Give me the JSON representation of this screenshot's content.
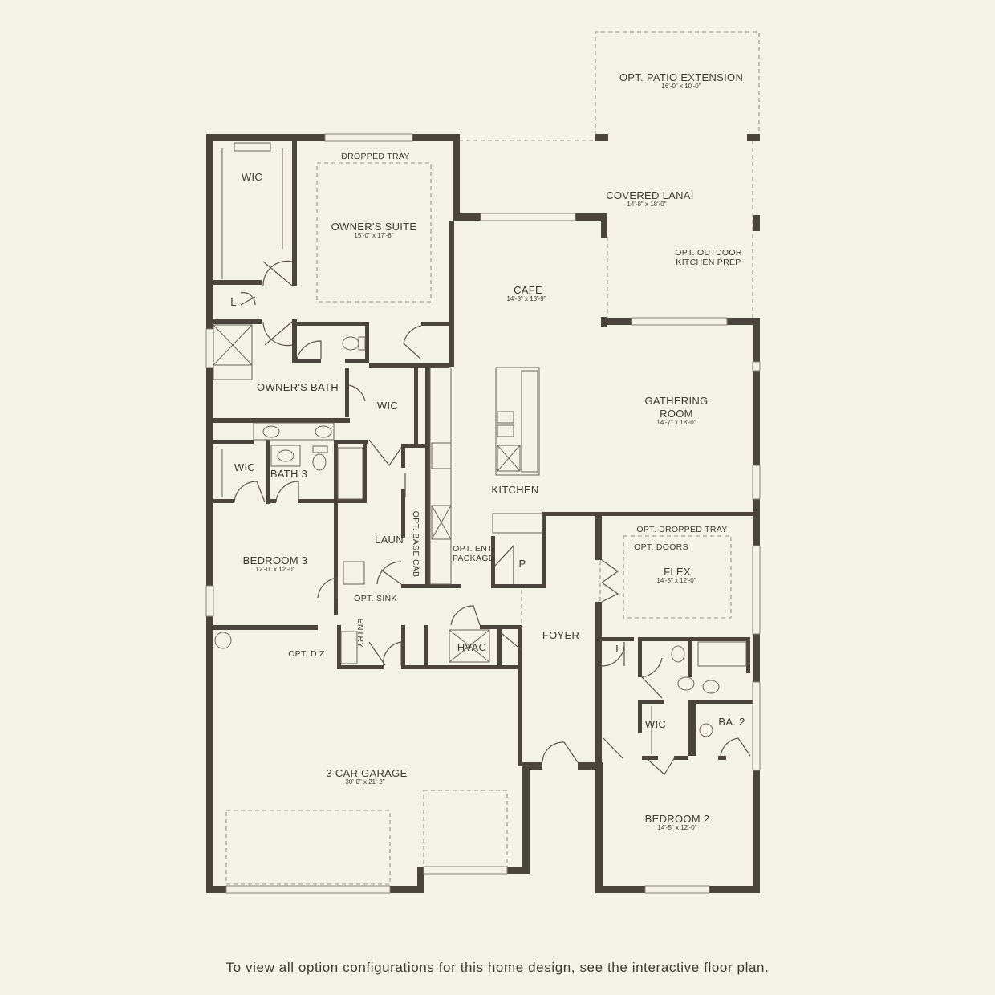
{
  "rooms": {
    "patio": {
      "name": "OPT. PATIO EXTENSION",
      "dim": "16'-0\" x 10'-0\""
    },
    "lanai": {
      "name": "COVERED LANAI",
      "dim": "14'-8\" x 18'-0\""
    },
    "outdoor_kitchen": {
      "line1": "OPT. OUTDOOR",
      "line2": "KITCHEN PREP"
    },
    "owners_suite": {
      "name": "OWNER'S SUITE",
      "dim": "15'-0\" x 17'-6\"",
      "tray": "DROPPED TRAY"
    },
    "wic_owner": {
      "name": "WIC"
    },
    "linen_owner": {
      "name": "L"
    },
    "cafe": {
      "name": "CAFE",
      "dim": "14'-3\" x 13'-9\""
    },
    "owners_bath": {
      "name": "OWNER'S BATH"
    },
    "wic_bath": {
      "name": "WIC"
    },
    "gathering": {
      "line1": "GATHERING",
      "line2": "ROOM",
      "dim": "14'-7\" x 18'-0\""
    },
    "wic_bed3": {
      "name": "WIC"
    },
    "bath3": {
      "name": "BATH 3"
    },
    "kitchen": {
      "name": "KITCHEN"
    },
    "laun": {
      "name": "LAUN"
    },
    "base_cab": {
      "name": "OPT. BASE CAB"
    },
    "ent_package": {
      "line1": "OPT. ENT.",
      "line2": "PACKAGE"
    },
    "pantry": {
      "name": "P"
    },
    "flex": {
      "name": "FLEX",
      "dim": "14'-5\" x 12'-0\"",
      "tray": "OPT. DROPPED TRAY",
      "doors": "OPT. DOORS"
    },
    "bedroom3": {
      "name": "BEDROOM 3",
      "dim": "12'-0\" x 12'-0\""
    },
    "opt_sink": {
      "name": "OPT. SINK"
    },
    "opt_dz": {
      "name": "OPT. D.Z"
    },
    "entry": {
      "name": "ENTRY"
    },
    "hvac": {
      "name": "HVAC"
    },
    "foyer": {
      "name": "FOYER"
    },
    "linen_bed2": {
      "name": "L"
    },
    "wic_bed2": {
      "name": "WIC"
    },
    "ba2": {
      "name": "BA. 2"
    },
    "garage": {
      "name": "3 CAR GARAGE",
      "dim": "30'-0\" x 21'-2\""
    },
    "bedroom2": {
      "name": "BEDROOM 2",
      "dim": "14'-5\" x 12'-0\""
    }
  },
  "footer": "To view all option configurations for this home design, see the interactive floor plan."
}
